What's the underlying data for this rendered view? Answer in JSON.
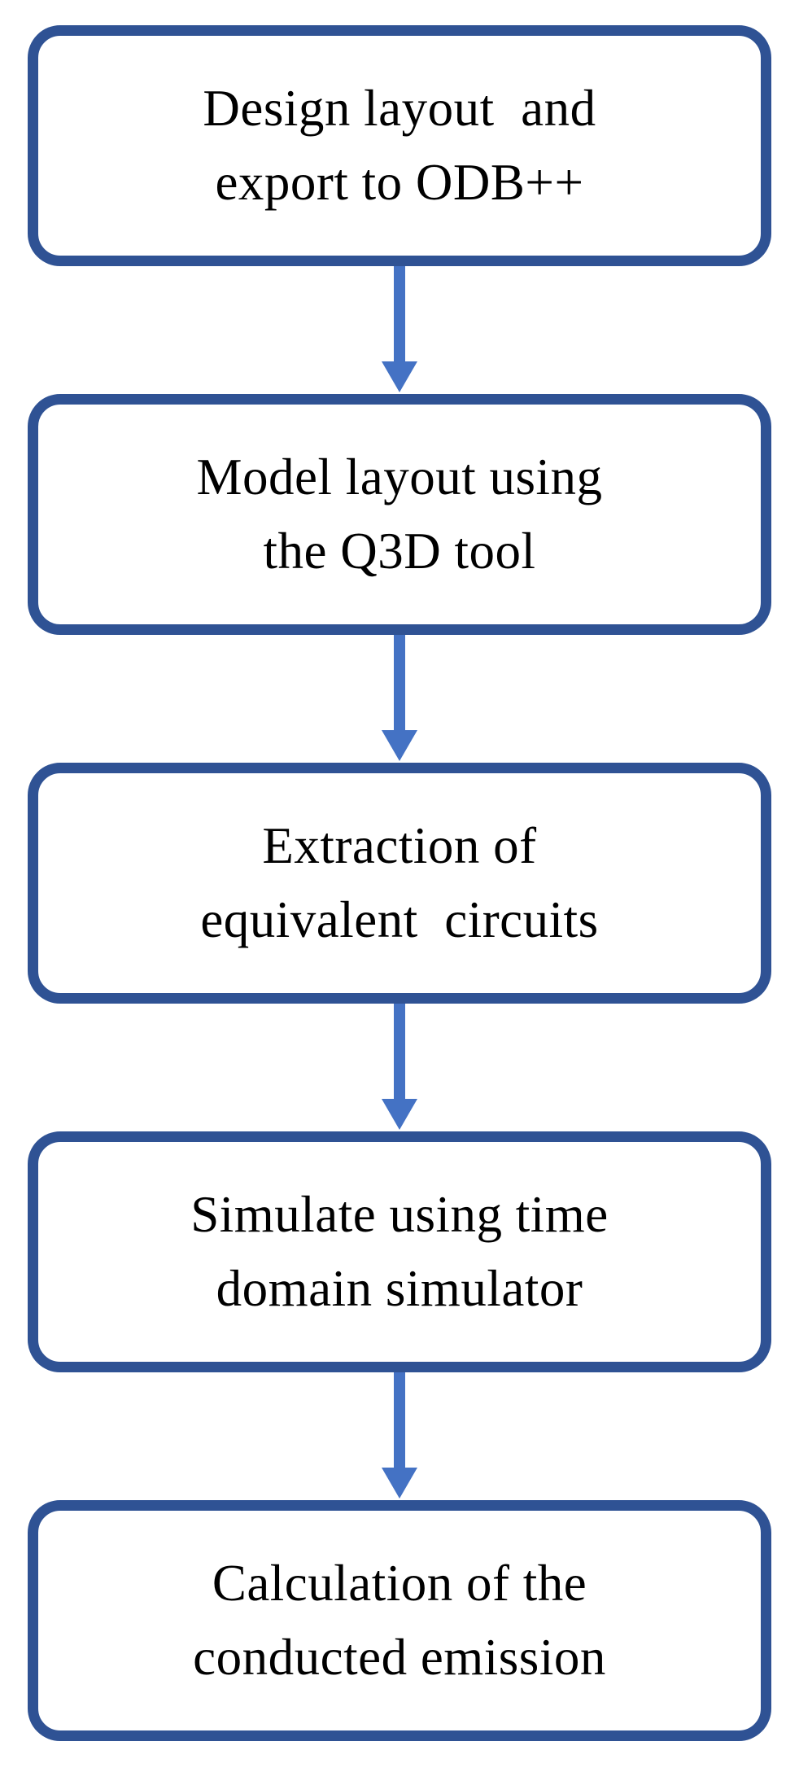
{
  "flowchart": {
    "type": "vertical-process-flow",
    "direction": "top-to-bottom",
    "colors": {
      "box_border": "#2F5294",
      "arrow": "#4472C4",
      "box_fill": "#FFFFFF",
      "text": "#000000",
      "page_bg": "#FFFFFF"
    },
    "steps": [
      {
        "label": "Design layout  and\nexport to ODB++"
      },
      {
        "label": "Model layout using\nthe Q3D tool"
      },
      {
        "label": "Extraction of\nequivalent  circuits"
      },
      {
        "label": "Simulate using time\ndomain simulator"
      },
      {
        "label": "Calculation of the\nconducted emission"
      }
    ],
    "connector_count": 4
  }
}
